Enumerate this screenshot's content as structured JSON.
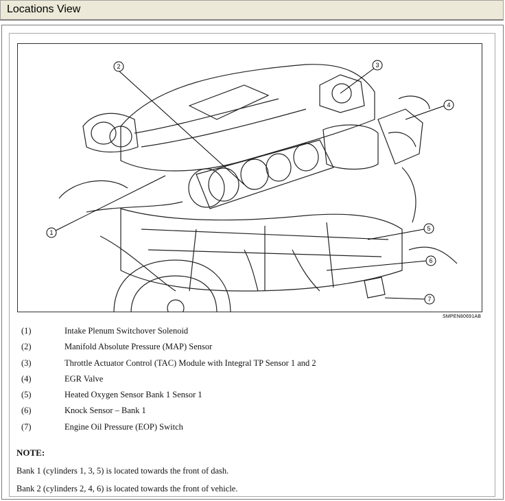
{
  "window": {
    "title": "Locations View"
  },
  "figure": {
    "code": "SMPEN80691AB",
    "callouts": [
      "1",
      "2",
      "3",
      "4",
      "5",
      "6",
      "7"
    ]
  },
  "legend": [
    {
      "num": "(1)",
      "text": "Intake Plenum Switchover Solenoid"
    },
    {
      "num": "(2)",
      "text": "Manifold Absolute Pressure (MAP) Sensor"
    },
    {
      "num": "(3)",
      "text": "Throttle Actuator Control (TAC) Module with Integral TP Sensor 1 and 2"
    },
    {
      "num": "(4)",
      "text": "EGR Valve"
    },
    {
      "num": "(5)",
      "text": "Heated Oxygen Sensor Bank 1 Sensor 1"
    },
    {
      "num": "(6)",
      "text": "Knock Sensor – Bank 1"
    },
    {
      "num": "(7)",
      "text": "Engine Oil Pressure (EOP) Switch"
    }
  ],
  "note": {
    "heading": "NOTE:",
    "lines": [
      "Bank 1 (cylinders 1, 3, 5) is located towards the front of dash.",
      "Bank 2 (cylinders 2, 4, 6) is located towards the front of vehicle."
    ]
  }
}
